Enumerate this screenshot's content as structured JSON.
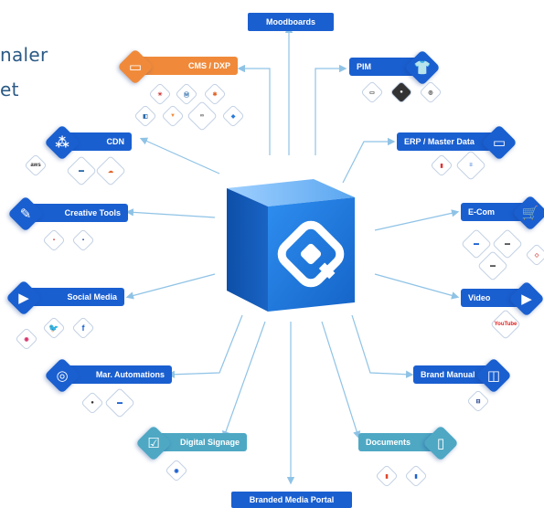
{
  "title_lines": [
    "naler",
    "et"
  ],
  "hub": {
    "name": "central-platform-cube"
  },
  "top": {
    "moodboards": "Moodboards"
  },
  "bottom": {
    "portal": "Branded Media Portal"
  },
  "nodes": {
    "cms": {
      "label": "CMS / DXP"
    },
    "pim": {
      "label": "PIM"
    },
    "cdn": {
      "label": "CDN"
    },
    "erp": {
      "label": "ERP / Master Data"
    },
    "creative": {
      "label": "Creative Tools"
    },
    "ecom": {
      "label": "E-Com"
    },
    "social": {
      "label": "Social Media"
    },
    "video": {
      "label": "Video"
    },
    "mar": {
      "label": "Mar. Automations"
    },
    "brand": {
      "label": "Brand Manual"
    },
    "signage": {
      "label": "Digital Signage"
    },
    "documents": {
      "label": "Documents"
    }
  },
  "logos": {
    "aws": "aws",
    "youtube": "YouTube"
  },
  "colors": {
    "blue": "#1a5fd0",
    "orange": "#f08a3a",
    "teal": "#4ea8c4",
    "arrow": "#8fc3e6",
    "title": "#2b5a86"
  }
}
